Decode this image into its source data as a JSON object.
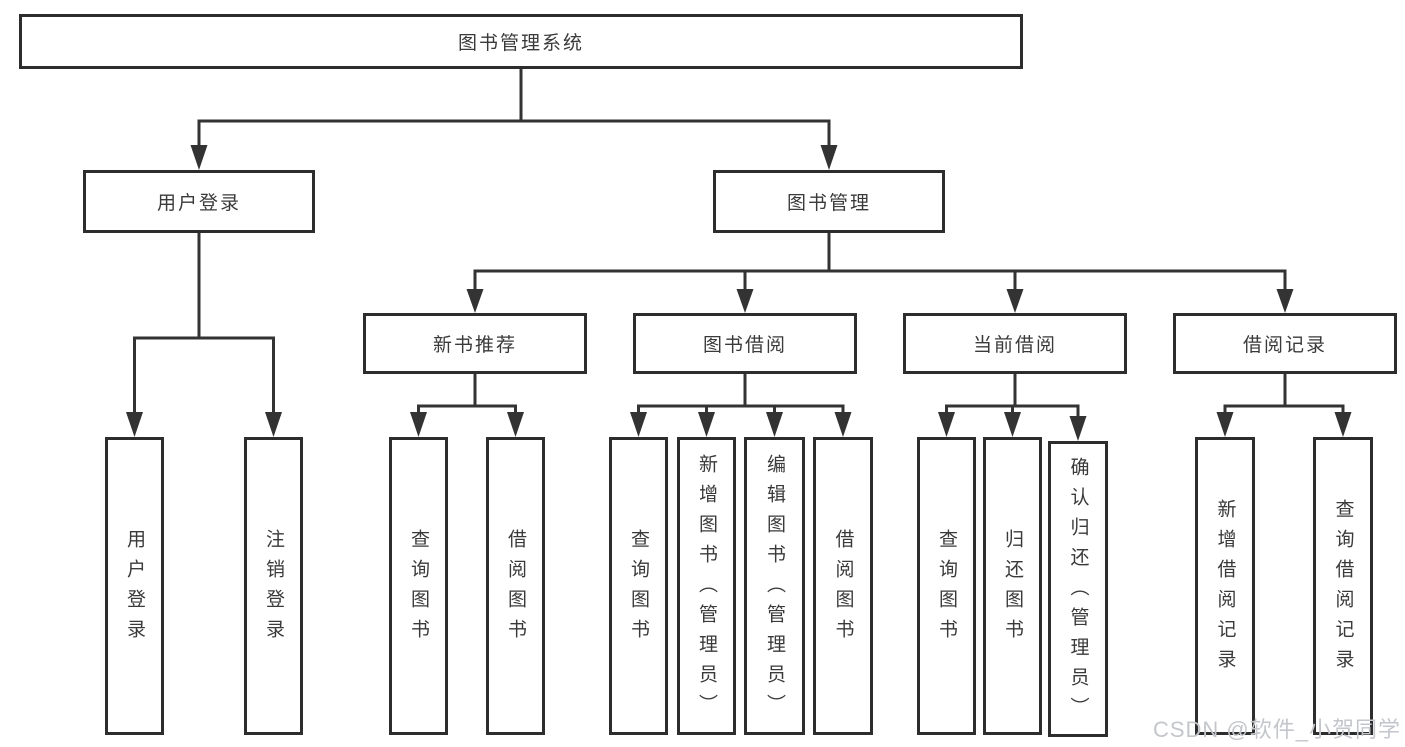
{
  "diagram": {
    "root": {
      "label": "图书管理系统"
    },
    "user_login_branch": {
      "label": "用户登录",
      "children": [
        {
          "label": "用户登录"
        },
        {
          "label": "注销登录"
        }
      ]
    },
    "book_mgmt_branch": {
      "label": "图书管理",
      "children": [
        {
          "label": "新书推荐",
          "children": [
            {
              "label": "查询图书"
            },
            {
              "label": "借阅图书"
            }
          ]
        },
        {
          "label": "图书借阅",
          "children": [
            {
              "label": "查询图书"
            },
            {
              "label": "新增图书（管理员）"
            },
            {
              "label": "编辑图书（管理员）"
            },
            {
              "label": "借阅图书"
            }
          ]
        },
        {
          "label": "当前借阅",
          "children": [
            {
              "label": "查询图书"
            },
            {
              "label": "归还图书"
            },
            {
              "label": "确认归还（管理员）"
            }
          ]
        },
        {
          "label": "借阅记录",
          "children": [
            {
              "label": "新增借阅记录"
            },
            {
              "label": "查询借阅记录"
            }
          ]
        }
      ]
    }
  },
  "watermark": "CSDN @软件_小贺同学",
  "colors": {
    "line": "#333333",
    "box_border": "#2d2d2d",
    "text": "#3a3a3a",
    "watermark_text": "#c3c6cb",
    "background": "#ffffff"
  }
}
